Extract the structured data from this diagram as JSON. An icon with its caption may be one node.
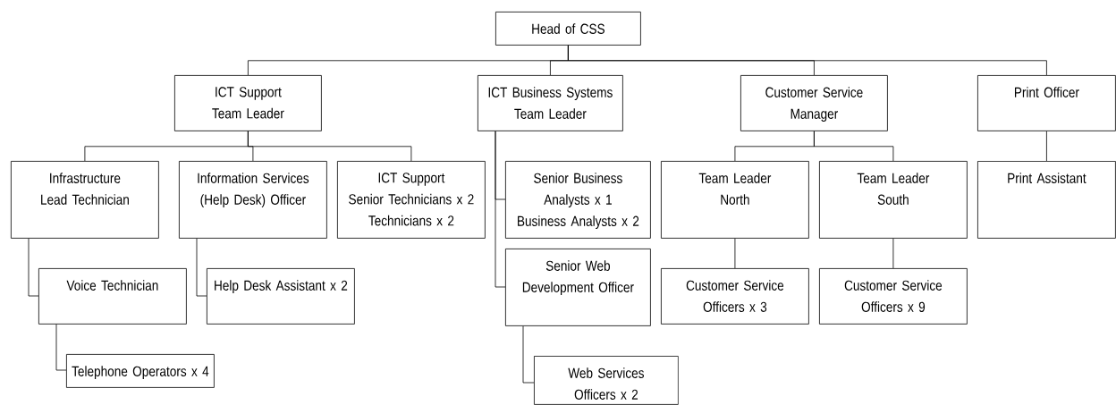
{
  "diagram": {
    "nodes": [
      {
        "text": [
          "Head of CSS"
        ]
      },
      {
        "text": [
          "ICT Support Team Leader"
        ]
      },
      {
        "text": [
          "ICT Business Systems Team Leader"
        ]
      },
      {
        "text": [
          "Customer Service Manager"
        ]
      },
      {
        "text": [
          "Print Officer"
        ]
      },
      {
        "text": [
          "Infrastructure Lead Technician"
        ]
      },
      {
        "text": [
          "Information Services (Help Desk) Officer"
        ]
      },
      {
        "text": [
          "ICT Support",
          "Senior Technicians x 2",
          "Technicians x 2"
        ]
      },
      {
        "text": [
          "Senior Business Analysts x 1",
          "Business Analysts x 2"
        ]
      },
      {
        "text": [
          "Team Leader North"
        ]
      },
      {
        "text": [
          "Team Leader South"
        ]
      },
      {
        "text": [
          "Print Assistant"
        ]
      },
      {
        "text": [
          "Voice Technician"
        ]
      },
      {
        "text": [
          "Help Desk Assistant x 2"
        ]
      },
      {
        "text": [
          "Senior Web Development Officer"
        ]
      },
      {
        "text": [
          "Customer Service Officers x 3"
        ]
      },
      {
        "text": [
          "Customer Service Officers x 9"
        ]
      },
      {
        "text": [
          "Telephone Operators x 4"
        ]
      },
      {
        "text": [
          "Web Services Officers x 2"
        ]
      }
    ],
    "edges": [
      {
        "from": 0,
        "to": 1,
        "arrow": "none"
      },
      {
        "from": 0,
        "to": 2,
        "arrow": "none"
      },
      {
        "from": 0,
        "to": 3,
        "arrow": "none"
      },
      {
        "from": 0,
        "to": 4,
        "arrow": "none"
      },
      {
        "from": 1,
        "to": 5,
        "arrow": "none"
      },
      {
        "from": 1,
        "to": 6,
        "arrow": "none"
      },
      {
        "from": 1,
        "to": 7,
        "arrow": "none"
      },
      {
        "from": 2,
        "to": 8,
        "arrow": "none"
      },
      {
        "from": 2,
        "to": 14,
        "arrow": "none"
      },
      {
        "from": 3,
        "to": 9,
        "arrow": "none"
      },
      {
        "from": 3,
        "to": 10,
        "arrow": "none"
      },
      {
        "from": 4,
        "to": 11,
        "arrow": "none"
      },
      {
        "from": 5,
        "to": 12,
        "arrow": "none"
      },
      {
        "from": 6,
        "to": 13,
        "arrow": "none"
      },
      {
        "from": 9,
        "to": 15,
        "arrow": "none"
      },
      {
        "from": 10,
        "to": 16,
        "arrow": "none"
      },
      {
        "from": 12,
        "to": 17,
        "arrow": "none"
      },
      {
        "from": 14,
        "to": 18,
        "arrow": "none"
      }
    ]
  }
}
